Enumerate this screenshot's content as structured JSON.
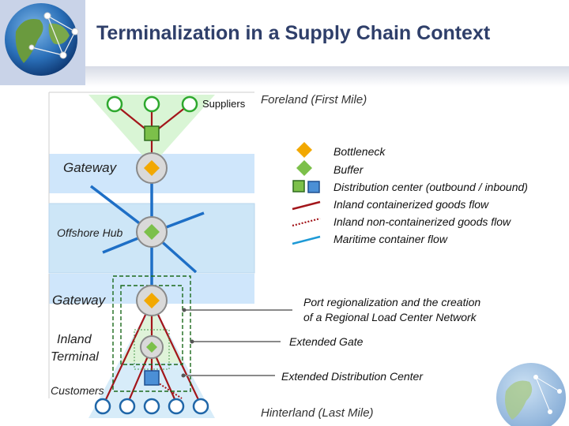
{
  "slide": {
    "title": "Terminalization in a Supply Chain Context"
  },
  "diagram": {
    "labels": {
      "suppliers": "Suppliers",
      "foreland": "Foreland (First Mile)",
      "gateway_top": "Gateway",
      "offshore_hub": "Offshore Hub",
      "gateway_bottom": "Gateway",
      "inland_terminal_line1": "Inland",
      "inland_terminal_line2": "Terminal",
      "customers": "Customers",
      "hinterland": "Hinterland (Last Mile)"
    },
    "legend": [
      {
        "icon": "orange-diamond",
        "label": "Bottleneck"
      },
      {
        "icon": "green-diamond",
        "label": "Buffer"
      },
      {
        "icon": "green-blue-squares",
        "label": "Distribution center (outbound / inbound)"
      },
      {
        "icon": "red-solid-line",
        "label": "Inland containerized goods flow"
      },
      {
        "icon": "red-dotted-line",
        "label": "Inland non-containerized goods flow"
      },
      {
        "icon": "blue-line",
        "label": "Maritime container flow"
      }
    ],
    "callouts": {
      "port_regionalization_line1": "Port regionalization and the creation",
      "port_regionalization_line2": "of a Regional Load Center Network",
      "extended_gate": "Extended Gate",
      "extended_distribution_center": "Extended Distribution Center"
    }
  },
  "colors": {
    "title": "#2f3f6a",
    "sea": "#cfe6fb",
    "land_green": "#d9f5d5",
    "land_blue": "#cde6f7",
    "supplier_node": "#2ea82e",
    "customer_node": "#1f66a8",
    "bottleneck": "#f2a800",
    "buffer": "#7cc04a",
    "containerized_flow": "#a3161b",
    "maritime_flow": "#1e6fc6",
    "callout_line": "#8a8a8a"
  }
}
